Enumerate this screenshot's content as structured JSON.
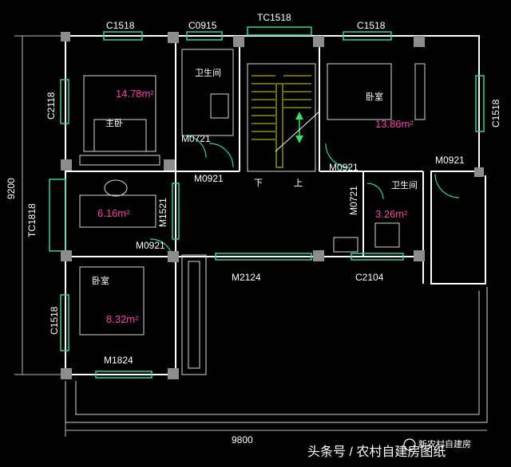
{
  "labels": {
    "c1518_a": "C1518",
    "c0915": "C0915",
    "tc1518_top": "TC1518",
    "c1518_b": "C1518",
    "c2118": "C2118",
    "c1518_c": "C1518",
    "m0721_a": "M0721",
    "m0921_a": "M0921",
    "m0921_b": "M0921",
    "m0921_c": "M0921",
    "m0721_b": "M0721",
    "m1521": "M1521",
    "m0921_d": "M0921",
    "tc1818": "TC1818",
    "m2124": "M2124",
    "c2104": "C2104",
    "c1518_d": "C1518",
    "m1824": "M1824"
  },
  "rooms": {
    "bath_top": "卫生间",
    "master": "主卧",
    "bed_right": "卧室",
    "bath_right": "卫生间",
    "bed_lower": "卧室",
    "down": "下",
    "up": "上"
  },
  "areas": {
    "master": "14.78m²",
    "bed_right": "13.86m²",
    "study": "6.16m²",
    "bath_right": "3.26m²",
    "bed_lower": "8.32m²"
  },
  "dims": {
    "height": "9200",
    "width": "9800"
  },
  "watermark": {
    "source": "头条号 / 农村自建房图纸",
    "account": "新农村自建房"
  },
  "colors": {
    "background": "#000000",
    "walls": "#ffffff",
    "windows": "#2fd3a4",
    "areas": "#ff3fb0",
    "stairs": "#d7d600"
  }
}
